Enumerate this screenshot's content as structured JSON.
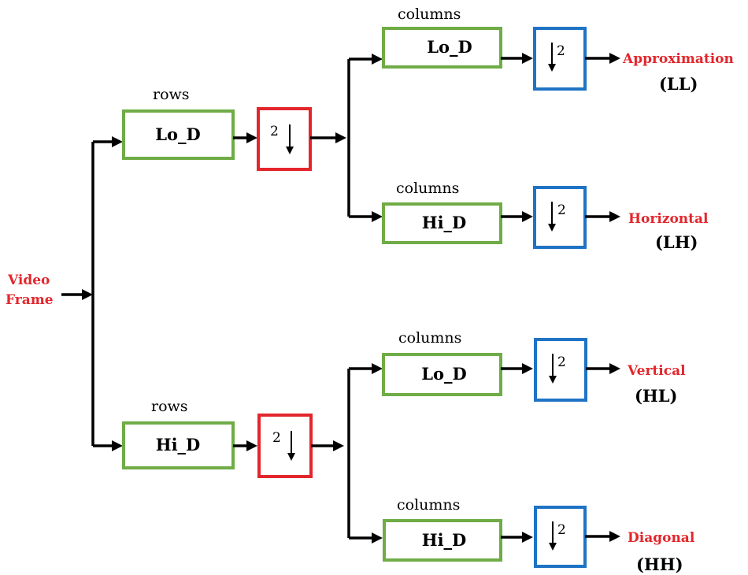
{
  "input": {
    "line1": "Video",
    "line2": "Frame"
  },
  "stage1": {
    "upper": {
      "direction": "rows",
      "filter": "Lo_D",
      "factor": "2"
    },
    "lower": {
      "direction": "rows",
      "filter": "Hi_D",
      "factor": "2"
    }
  },
  "stage2": [
    {
      "direction": "columns",
      "filter": "Lo_D",
      "factor": "2",
      "output": "Approximation",
      "code": "(LL)"
    },
    {
      "direction": "columns",
      "filter": "Hi_D",
      "factor": "2",
      "output": "Horizontal",
      "code": "(LH)"
    },
    {
      "direction": "columns",
      "filter": "Lo_D",
      "factor": "2",
      "output": "Vertical",
      "code": "(HL)"
    },
    {
      "direction": "columns",
      "filter": "Hi_D",
      "factor": "2",
      "output": "Diagonal",
      "code": "(HH)"
    }
  ],
  "colors": {
    "filter_border": "#6fac46",
    "row_downsampler_border": "#e3262c",
    "column_downsampler_border": "#1f73c4",
    "output_label": "#e3262c"
  }
}
